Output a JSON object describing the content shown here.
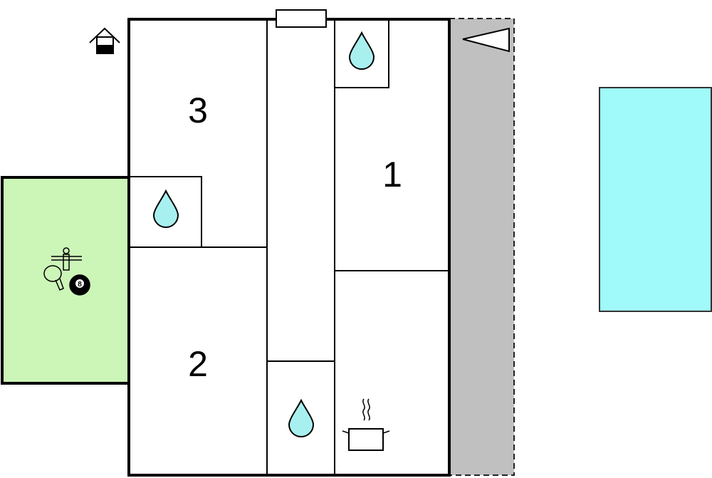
{
  "rooms": [
    {
      "label": "3"
    },
    {
      "label": "1"
    },
    {
      "label": "2"
    }
  ],
  "icons": {
    "billiard_ball": "8",
    "entrance": "house-entrance-icon",
    "bathroom": "water-drop-icon",
    "kitchen": "cooking-pot-icon",
    "games": "games-icon",
    "terrace_arrow": "triangle-icon"
  },
  "colors": {
    "annex": "#ccf5b8",
    "pool": "#a0fafa",
    "terrace": "#c0c0c0",
    "water": "#a8f0f0"
  }
}
